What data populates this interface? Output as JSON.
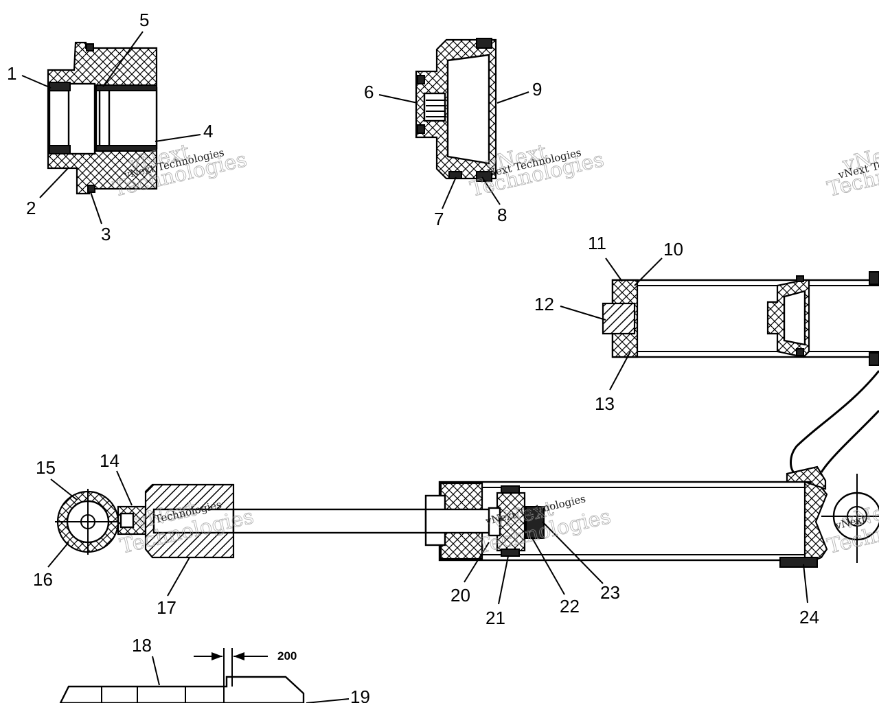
{
  "labels": {
    "l1": "1",
    "l2": "2",
    "l3": "3",
    "l4": "4",
    "l5": "5",
    "l6": "6",
    "l7": "7",
    "l8": "8",
    "l9": "9",
    "l10": "10",
    "l11": "11",
    "l12": "12",
    "l13": "13",
    "l14": "14",
    "l15": "15",
    "l16": "16",
    "l17": "17",
    "l18": "18",
    "l19": "19",
    "l20": "20",
    "l21": "21",
    "l22": "22",
    "l23": "23",
    "l24": "24"
  },
  "dimension": "200",
  "watermark": {
    "line1": "vNext",
    "line2": "Technologies",
    "small": "vNext Technologies"
  }
}
